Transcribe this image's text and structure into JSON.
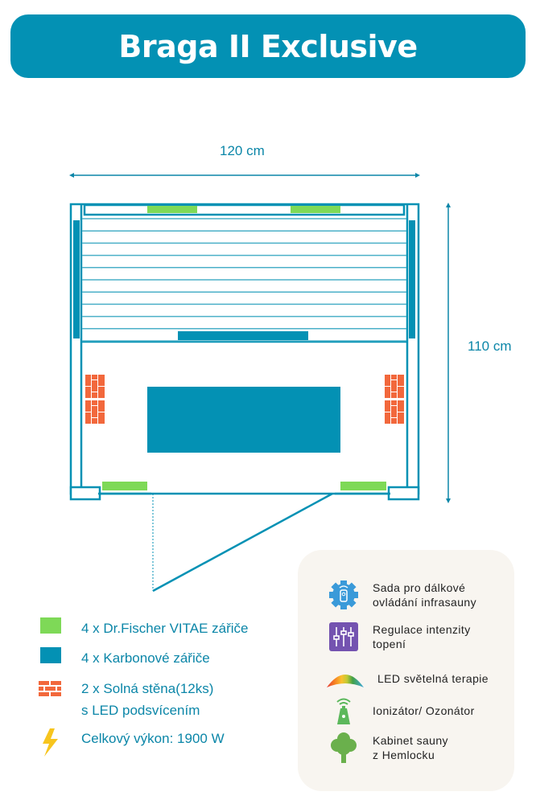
{
  "title": "Braga II Exclusive",
  "dimensions": {
    "width": "120 cm",
    "depth": "110 cm"
  },
  "legend": [
    {
      "icon": "green-heater-swatch",
      "label": "4 x Dr.Fischer VITAE zářiče",
      "color": "#7ed957"
    },
    {
      "icon": "carbon-heater-swatch",
      "label": "4 x Karbonové zářiče",
      "color": "#0391b4"
    },
    {
      "icon": "brick-icon",
      "label": "2 x Solná stěna(12ks)",
      "label2": "s LED podsvícením",
      "color": "#f2683c"
    },
    {
      "icon": "lightning-icon",
      "label": "Celkový výkon: 1900 W",
      "color": "#f7c51e"
    }
  ],
  "features": [
    {
      "icon": "remote-gear-icon",
      "line1": "Sada pro dálkové",
      "line2": "ovládání infrasauny"
    },
    {
      "icon": "sliders-icon",
      "line1": "Regulace intenzity",
      "line2": "topení"
    },
    {
      "icon": "rainbow-icon",
      "line1": "LED světelná terapie",
      "line2": ""
    },
    {
      "icon": "ionizer-icon",
      "line1": "Ionizátor/ Ozonátor",
      "line2": ""
    },
    {
      "icon": "tree-icon",
      "line1": "Kabinet sauny",
      "line2": "z Hemlocku"
    }
  ]
}
